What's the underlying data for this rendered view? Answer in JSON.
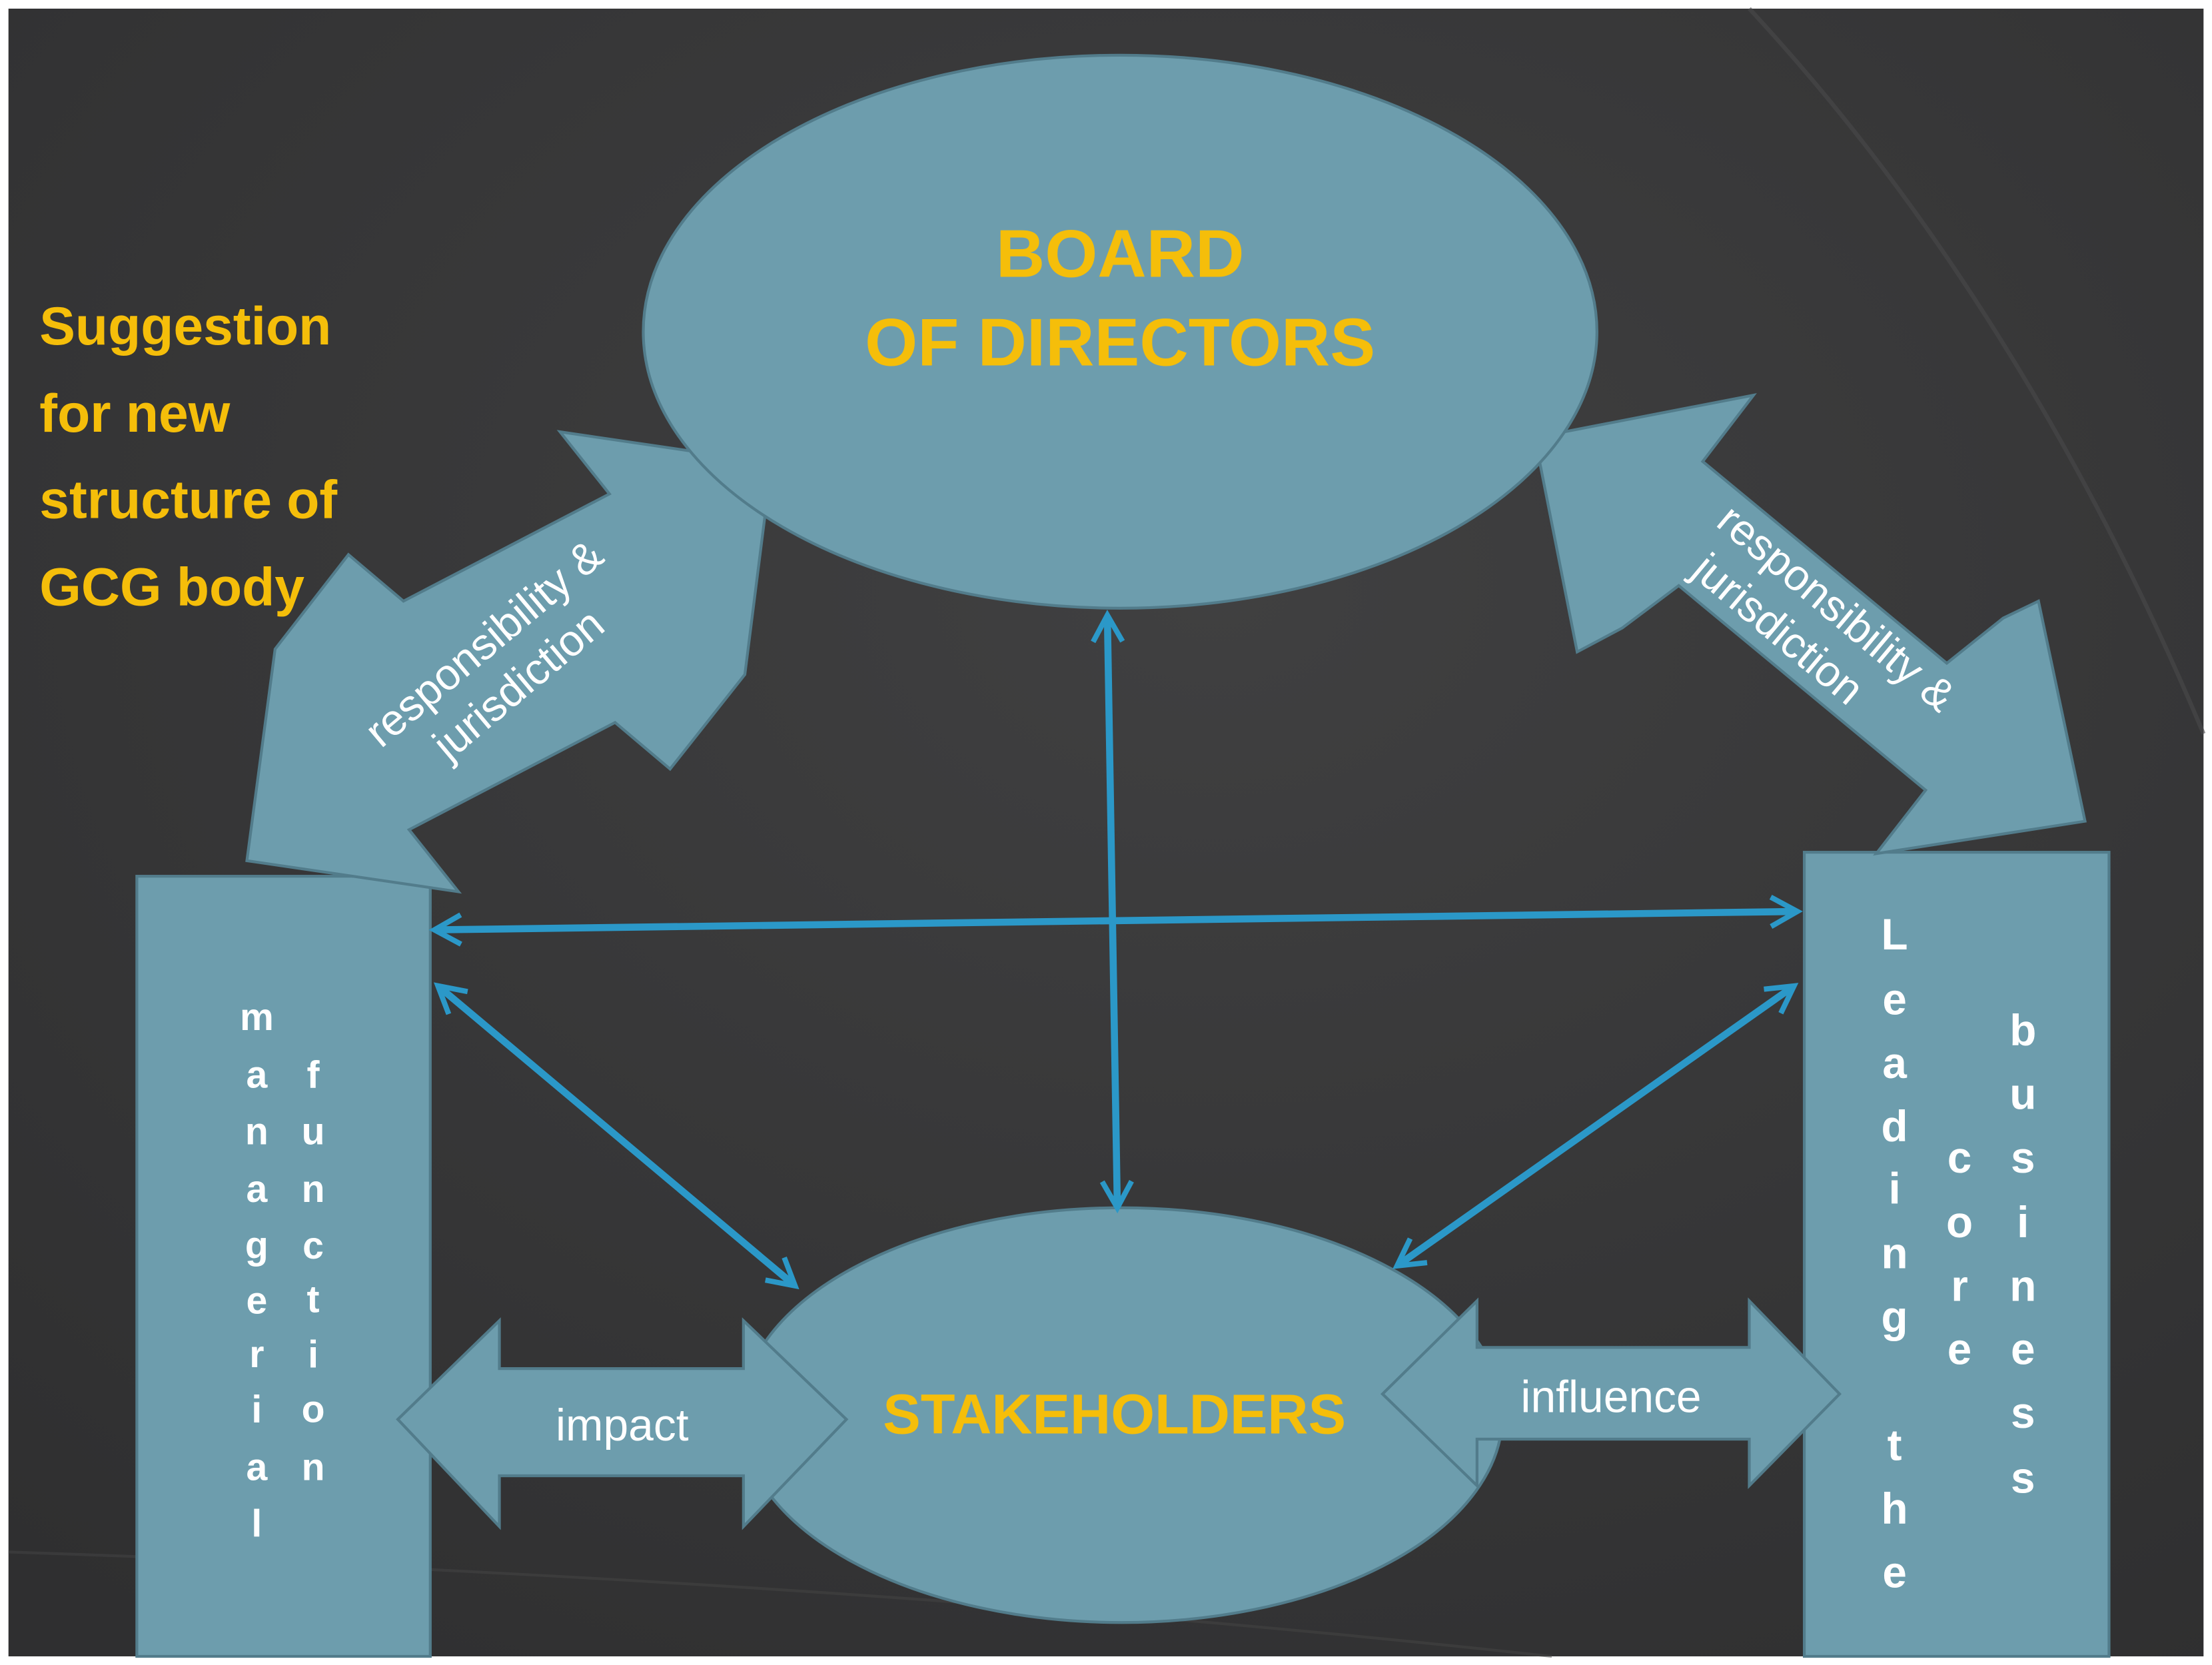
{
  "slide": {
    "colors": {
      "background": "#3b3b3c",
      "shape_fill": "#6d9dad",
      "shape_stroke": "#527c8b",
      "connector": "#2b98c8",
      "title_text": "#f5be0a",
      "label_text": "#ffffff"
    },
    "suggestion_title": [
      "Suggestion",
      "for new",
      "structure of",
      "GCG body"
    ]
  },
  "diagram": {
    "board": {
      "line1": "BOARD",
      "line2": "OF DIRECTORS"
    },
    "stakeholders": {
      "label": "STAKEHOLDERS"
    },
    "left_arrow": {
      "line1": "responsibility &",
      "line2": "jurisdiction"
    },
    "right_arrow": {
      "line1": "responsibility &",
      "line2": "jurisdiction"
    },
    "impact_label": "impact",
    "influence_label": "influence",
    "left_box": {
      "col1": [
        "m",
        "a",
        "n",
        "a",
        "g",
        "e",
        "r",
        "i",
        "a",
        "l"
      ],
      "col2": [
        "f",
        "u",
        "n",
        "c",
        "t",
        "i",
        "o",
        "n"
      ]
    },
    "right_box": {
      "col1": [
        "L",
        "e",
        "a",
        "d",
        "i",
        "n",
        "g",
        "",
        "t",
        "h",
        "e"
      ],
      "col2": [
        "c",
        "o",
        "r",
        "e"
      ],
      "col3": [
        "b",
        "u",
        "s",
        "i",
        "n",
        "e",
        "s",
        "s"
      ]
    }
  }
}
